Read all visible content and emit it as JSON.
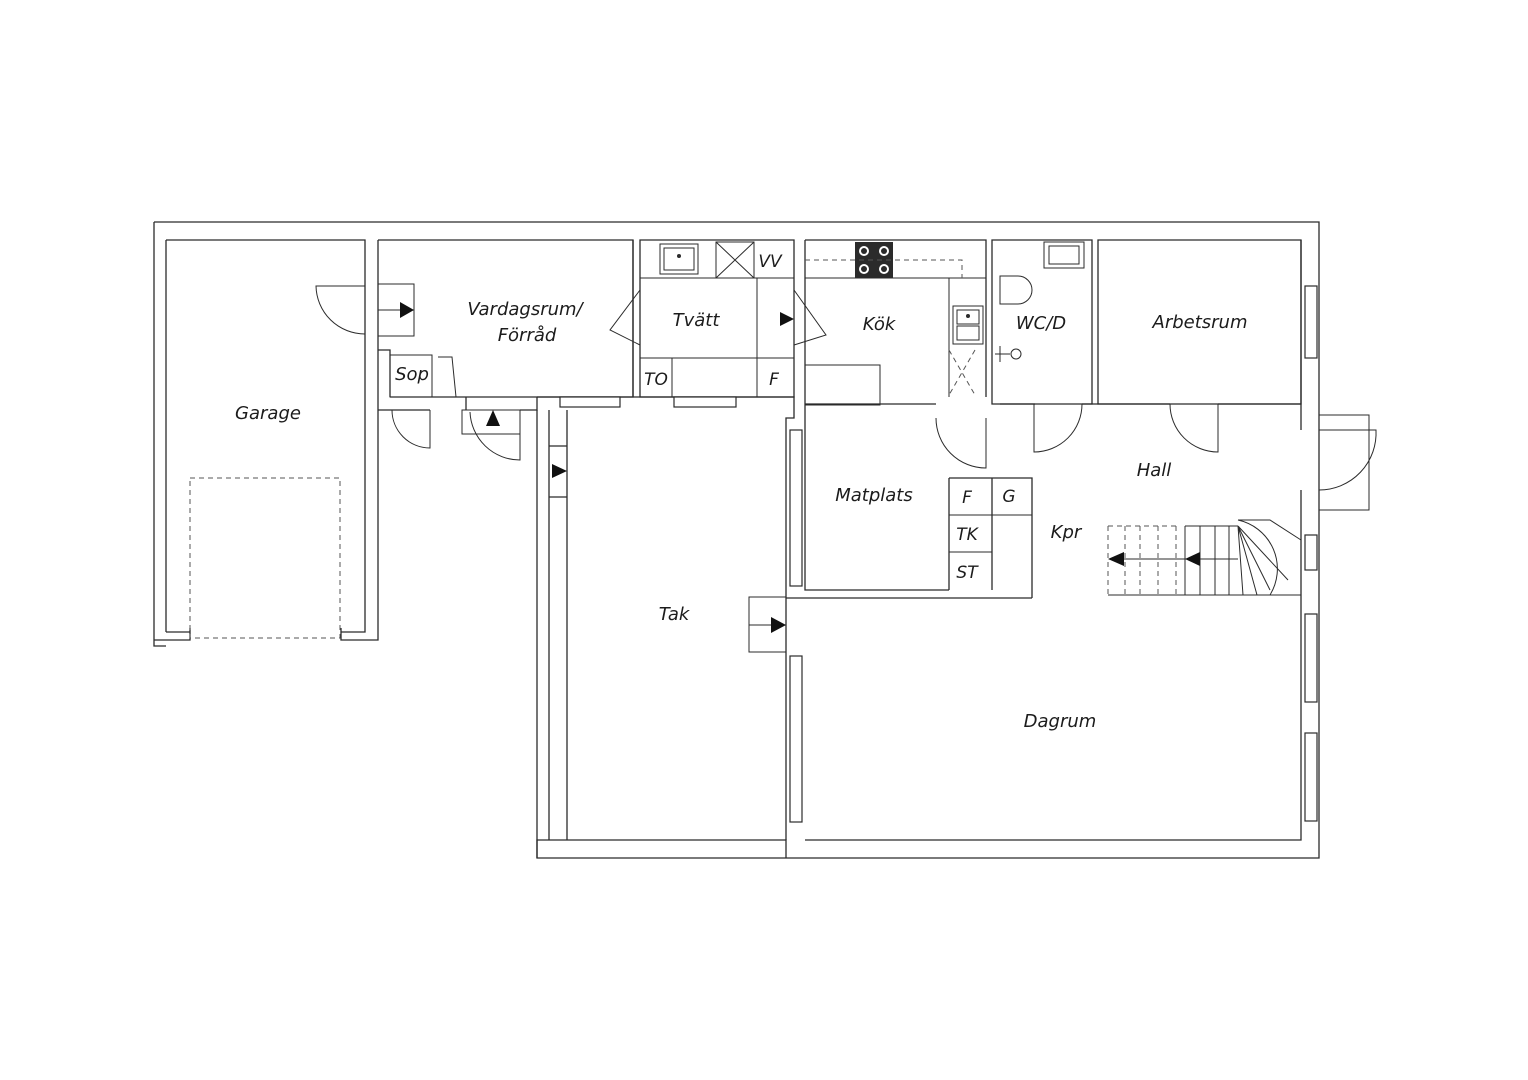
{
  "rooms": {
    "garage": "Garage",
    "vardagsrum_line1": "Vardagsrum/",
    "vardagsrum_line2": "Förråd",
    "tvatt": "Tvätt",
    "kok": "Kök",
    "wc": "WC/D",
    "arbetsrum": "Arbetsrum",
    "sop": "Sop",
    "hall": "Hall",
    "matplats": "Matplats",
    "kpr": "Kpr",
    "tak": "Tak",
    "dagrum": "Dagrum"
  },
  "fixtures": {
    "vv": "VV",
    "to": "TO",
    "f_tvatt": "F",
    "f_kok": "F",
    "g": "G",
    "tk": "TK",
    "st": "ST"
  },
  "colors": {
    "line": "#2b2b2b",
    "background": "#ffffff"
  }
}
